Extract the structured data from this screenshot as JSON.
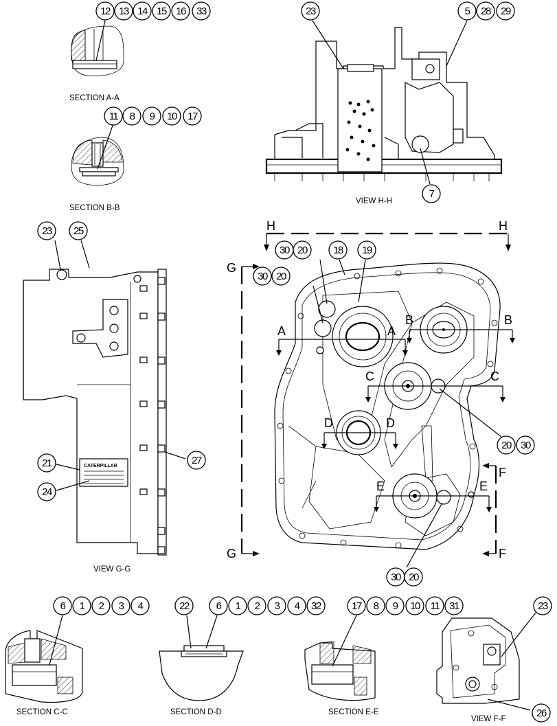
{
  "labels": {
    "section_aa": "SECTION A-A",
    "section_bb": "SECTION B-B",
    "view_hh": "VIEW H-H",
    "view_gg": "VIEW G-G",
    "section_cc": "SECTION C-C",
    "section_dd": "SECTION D-D",
    "section_ee": "SECTION E-E",
    "view_ff": "VIEW F-F"
  },
  "section_letters": [
    "H",
    "H",
    "G",
    "G",
    "A",
    "A",
    "B",
    "B",
    "C",
    "C",
    "D",
    "D",
    "E",
    "E",
    "F",
    "F"
  ],
  "callouts": [
    "12",
    "13",
    "14",
    "15",
    "16",
    "33",
    "11",
    "8",
    "9",
    "10",
    "17",
    "23",
    "5",
    "28",
    "29",
    "7",
    "23",
    "25",
    "21",
    "24",
    "27",
    "30",
    "20",
    "18",
    "19",
    "30",
    "20",
    "20",
    "30",
    "30",
    "20",
    "6",
    "1",
    "2",
    "3",
    "4",
    "22",
    "6",
    "1",
    "2",
    "3",
    "4",
    "32",
    "17",
    "8",
    "9",
    "10",
    "11",
    "31",
    "23",
    "26"
  ],
  "plate": {
    "brand": "CATERPILLAR"
  }
}
